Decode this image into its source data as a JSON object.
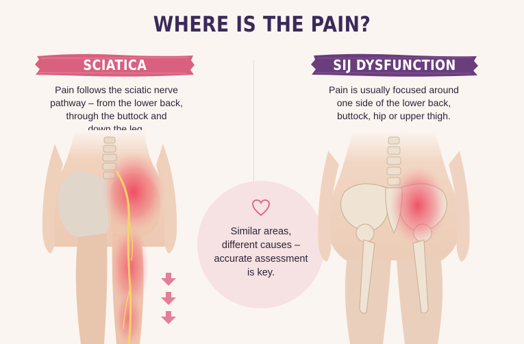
{
  "title": "WHERE IS THE PAIN?",
  "left": {
    "heading": "SCIATICA",
    "description_lines": [
      "Pain follows the sciatic nerve",
      "pathway – from the lower back,",
      "through the buttock and",
      "down the leg."
    ],
    "banner_color": "#d9607e"
  },
  "right": {
    "heading": "SIJ DYSFUNCTION",
    "description_lines": [
      "Pain is usually focused around",
      "one side of the lower back,",
      "buttock, hip or upper thigh."
    ],
    "banner_color": "#6a3d7d"
  },
  "center": {
    "icon": "heart-outline-icon",
    "text_lines": [
      "Similar areas,",
      "different causes –",
      "accurate assessment",
      "is key."
    ]
  },
  "colors": {
    "background": "#fbf5f1",
    "title": "#3a2a5a",
    "pain_glow": "#f0405a",
    "circle": "#f6e1e3"
  }
}
